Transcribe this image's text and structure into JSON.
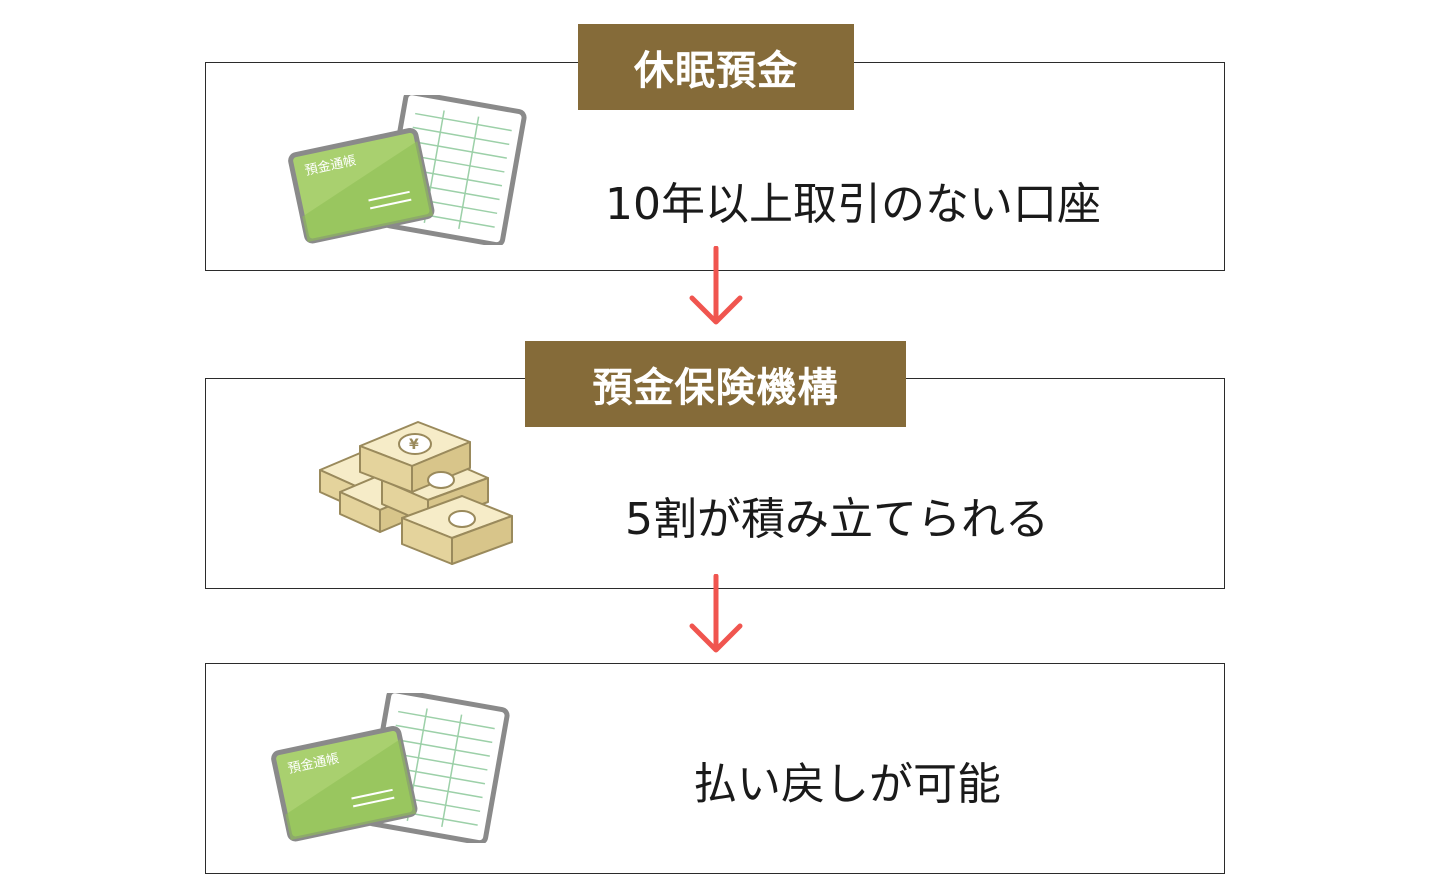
{
  "steps": [
    {
      "title": "休眠預金",
      "caption": "10年以上取引のない口座",
      "illustration": "bankbook-icon"
    },
    {
      "title": "預金保険機構",
      "caption": "5割が積み立てられる",
      "illustration": "money-stack-icon"
    },
    {
      "title": "",
      "caption": "払い戻しが可能",
      "illustration": "bankbook-icon"
    }
  ],
  "bankbook_label": "預金通帳",
  "yen_symbol": "¥",
  "colors": {
    "tag": "#856b39",
    "arrow": "#f0554f",
    "book_green": "#a9d06f",
    "money": "#efe2b4"
  }
}
